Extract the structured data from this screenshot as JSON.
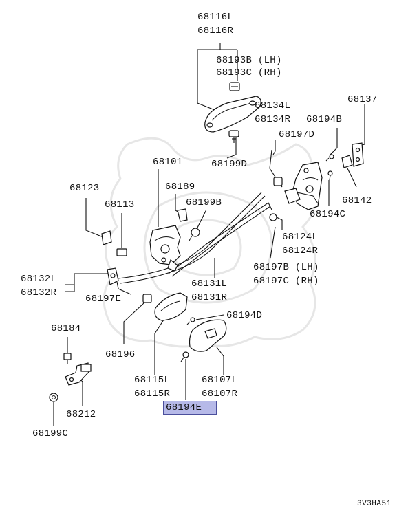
{
  "diagram": {
    "parts": {
      "p68116": [
        "68116L",
        "68116R"
      ],
      "p68193": [
        "68193B (LH)",
        "68193C (RH)"
      ],
      "p68134": [
        "68134L",
        "68134R"
      ],
      "p68137": "68137",
      "p68194B": "68194B",
      "p68197D": "68197D",
      "p68199D": "68199D",
      "p68101": "68101",
      "p68189": "68189",
      "p68123": "68123",
      "p68113": "68113",
      "p68199B": "68199B",
      "p68142": "68142",
      "p68194C": "68194C",
      "p68124": [
        "68124L",
        "68124R"
      ],
      "p68197BC": [
        "68197B (LH)",
        "68197C (RH)"
      ],
      "p68132": [
        "68132L",
        "68132R"
      ],
      "p68197E": "68197E",
      "p68131": [
        "68131L",
        "68131R"
      ],
      "p68194D": "68194D",
      "p68184": "68184",
      "p68196": "68196",
      "p68115": [
        "68115L",
        "68115R"
      ],
      "p68107": [
        "68107L",
        "68107R"
      ],
      "p68194E": "68194E",
      "p68212": "68212",
      "p68199C": "68199C"
    },
    "highlighted_part": "68194E",
    "highlight_color": "#b6b9e8",
    "diagram_code": "3V3HA51"
  }
}
